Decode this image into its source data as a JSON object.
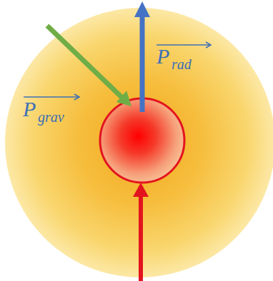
{
  "diagram": {
    "labels": [
      "P",
      "rad",
      "P",
      "grav"
    ]
  }
}
